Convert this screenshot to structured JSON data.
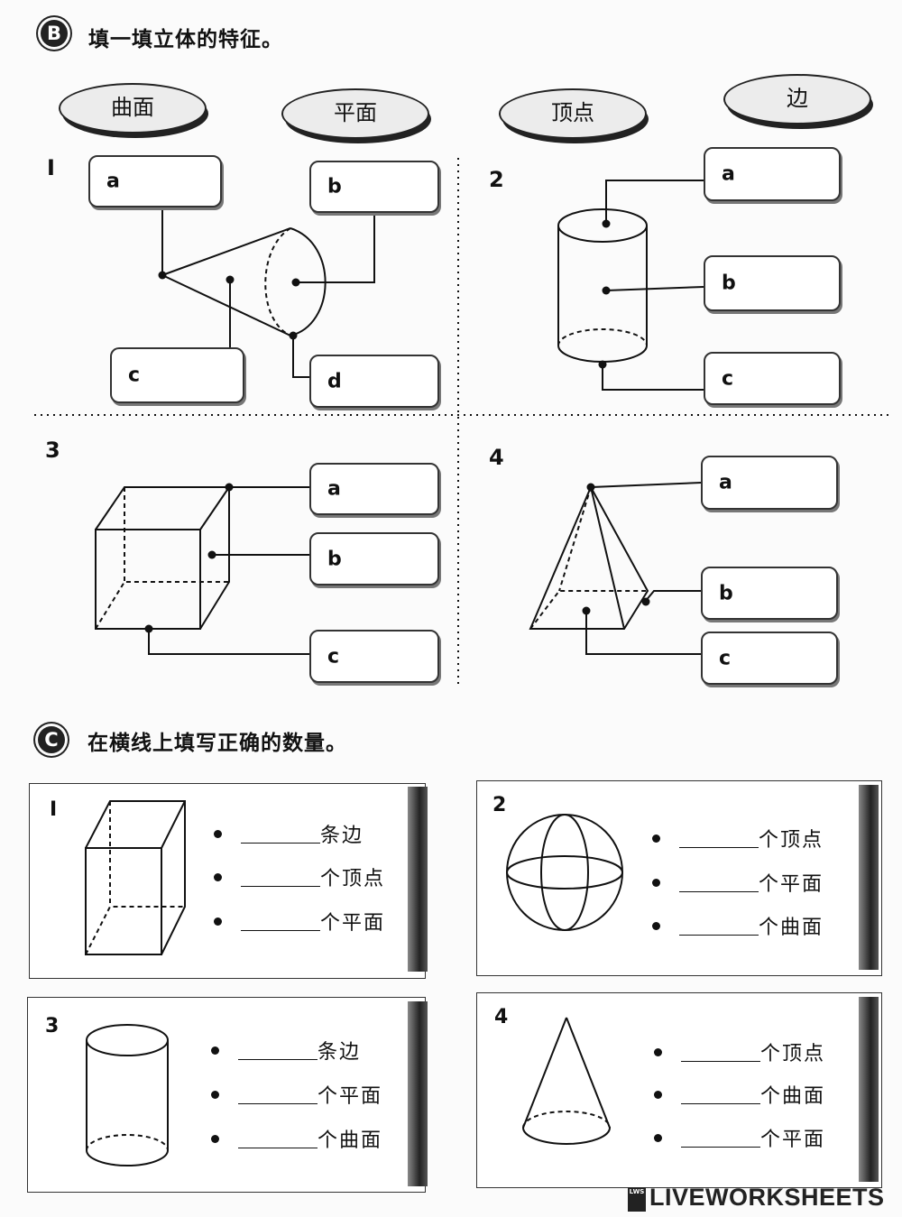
{
  "section_b": {
    "badge": "B",
    "title": "填一填立体的特征。"
  },
  "word_bank": [
    "曲面",
    "平面",
    "顶点",
    "边"
  ],
  "q1": {
    "num": "I",
    "a": "a",
    "b": "b",
    "c": "c",
    "d": "d"
  },
  "q2": {
    "num": "2",
    "a": "a",
    "b": "b",
    "c": "c"
  },
  "q3": {
    "num": "3",
    "a": "a",
    "b": "b",
    "c": "c"
  },
  "q4": {
    "num": "4",
    "a": "a",
    "b": "b",
    "c": "c"
  },
  "section_c": {
    "badge": "C",
    "title": "在横线上填写正确的数量。"
  },
  "cards": [
    {
      "num": "I",
      "items": [
        "条边",
        "个顶点",
        "个平面"
      ]
    },
    {
      "num": "2",
      "items": [
        "个顶点",
        "个平面",
        "个曲面"
      ]
    },
    {
      "num": "3",
      "items": [
        "条边",
        "个平面",
        "个曲面"
      ]
    },
    {
      "num": "4",
      "items": [
        "个顶点",
        "个曲面",
        "个平面"
      ]
    }
  ],
  "footer": {
    "logo": "LIVEWORKSHEETS",
    "logo_mark": "LWS"
  }
}
